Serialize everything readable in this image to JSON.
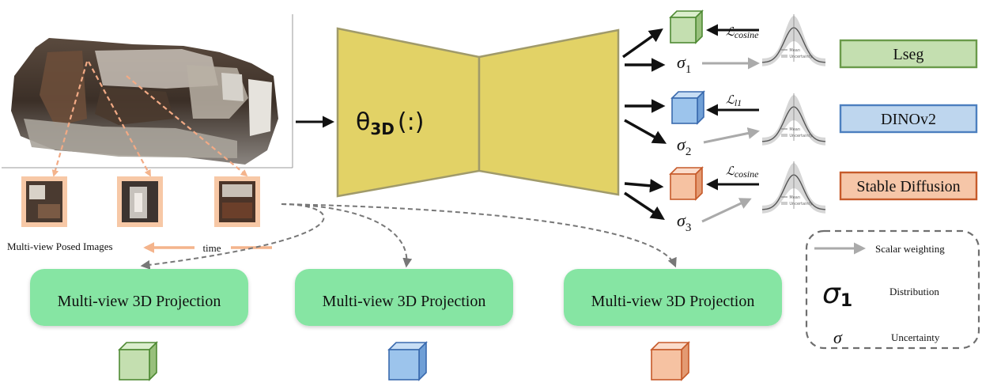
{
  "model": {
    "theta_symbol": "θ",
    "theta_subscript": "3D",
    "theta_arg": "(:)"
  },
  "inputs": {
    "caption": "Multi-view Posed Images",
    "time_label": "time"
  },
  "branches": [
    {
      "sigma": "σ",
      "sigma_index": "1",
      "loss_main": "ℒ",
      "loss_sub": "cosine",
      "teacher": "Lseg",
      "fill": "#c4dfb0",
      "stroke": "#6a9a4a",
      "cube_face": "#c4dfb0",
      "cube_top": "#dbeecd",
      "cube_side": "#98c07c",
      "cube_edge": "#4f8a34"
    },
    {
      "sigma": "σ",
      "sigma_index": "2",
      "loss_main": "ℒ",
      "loss_sub": "l1",
      "teacher": "DINOv2",
      "fill": "#bed6ee",
      "stroke": "#4c7fbf",
      "cube_face": "#9cc4ec",
      "cube_top": "#c8def5",
      "cube_side": "#6f9fd6",
      "cube_edge": "#3a6aae"
    },
    {
      "sigma": "σ",
      "sigma_index": "3",
      "loss_main": "ℒ",
      "loss_sub": "cosine",
      "teacher": "Stable Diffusion",
      "fill": "#f6c6a8",
      "stroke": "#c65a2a",
      "cube_face": "#f6c2a2",
      "cube_top": "#fbdccb",
      "cube_side": "#e39a72",
      "cube_edge": "#c65a2a"
    }
  ],
  "projection": {
    "label": "Multi-view 3D Projection"
  },
  "gaussian_plot": {
    "legend_mean": "Mean",
    "legend_uncertainty": "Uncertainty"
  },
  "legend": {
    "scalar_weighting": "Scalar weighting",
    "distribution_symbol": "σ",
    "distribution_index": "1",
    "distribution": "Distribution",
    "uncertainty_symbol": "σ",
    "uncertainty": "Uncertainty"
  },
  "colors": {
    "encoder_fill": "#e2d266",
    "encoder_stroke": "#a09a6a",
    "arrow_black": "#111111",
    "arrow_gray": "#aaaaaa",
    "image_frame": "#f7c8a6",
    "time_arrow": "#f4b48c",
    "dashed_gray": "#777777"
  }
}
